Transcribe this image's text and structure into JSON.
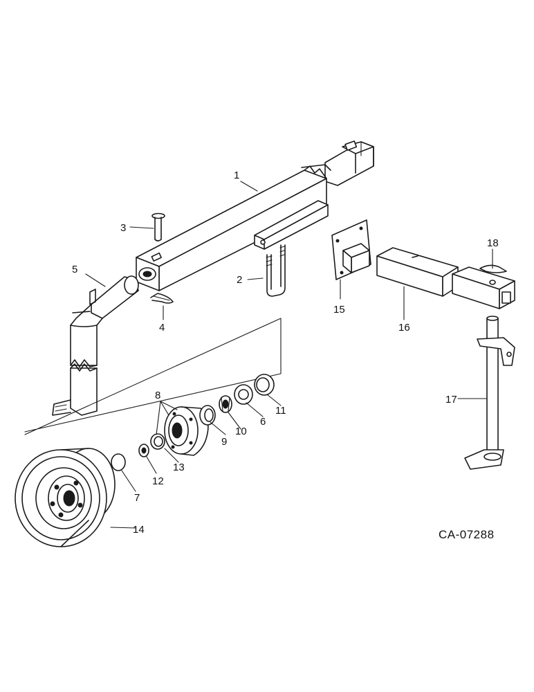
{
  "diagram": {
    "drawing_code": "CA-07288",
    "callouts": [
      {
        "id": "c1",
        "text": "1"
      },
      {
        "id": "c2",
        "text": "2"
      },
      {
        "id": "c3",
        "text": "3"
      },
      {
        "id": "c4",
        "text": "4"
      },
      {
        "id": "c5",
        "text": "5"
      },
      {
        "id": "c6",
        "text": "6"
      },
      {
        "id": "c7",
        "text": "7"
      },
      {
        "id": "c8",
        "text": "8"
      },
      {
        "id": "c9",
        "text": "9"
      },
      {
        "id": "c10",
        "text": "10"
      },
      {
        "id": "c11",
        "text": "11"
      },
      {
        "id": "c12",
        "text": "12"
      },
      {
        "id": "c13",
        "text": "13"
      },
      {
        "id": "c14",
        "text": "14"
      },
      {
        "id": "c15",
        "text": "15"
      },
      {
        "id": "c16",
        "text": "16"
      },
      {
        "id": "c17",
        "text": "17"
      },
      {
        "id": "c18",
        "text": "18"
      }
    ]
  }
}
